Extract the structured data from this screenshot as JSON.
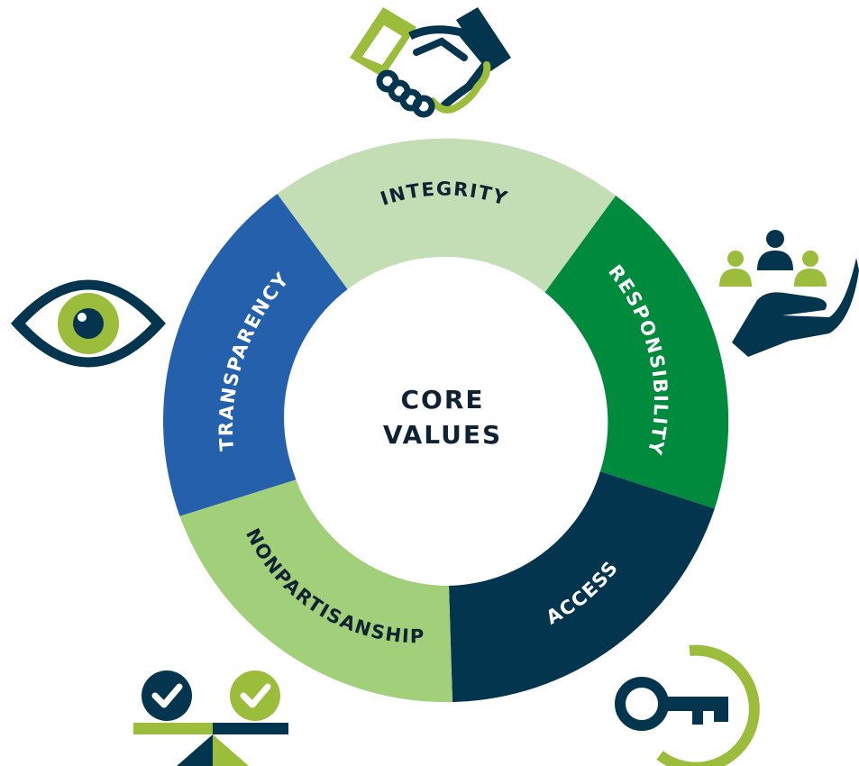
{
  "title": {
    "line1": "CORE",
    "line2": "VALUES"
  },
  "segments": [
    {
      "id": "integrity",
      "label": "INTEGRITY",
      "color": "#c3ddb5",
      "text_color": "#0f2233",
      "icon": "handshake-icon"
    },
    {
      "id": "responsibility",
      "label": "RESPONSIBILITY",
      "color": "#008a3e",
      "text_color": "#ffffff",
      "icon": "hand-holding-people-icon"
    },
    {
      "id": "access",
      "label": "ACCESS",
      "color": "#04354e",
      "text_color": "#ffffff",
      "icon": "key-icon"
    },
    {
      "id": "nonpartisanship",
      "label": "NONPARTISANSHIP",
      "color": "#a2cf79",
      "text_color": "#0f2233",
      "icon": "balance-scale-checkmarks-icon"
    },
    {
      "id": "transparency",
      "label": "TRANSPARENCY",
      "color": "#2460ac",
      "text_color": "#ffffff",
      "icon": "eye-icon"
    }
  ],
  "colors": {
    "navy": "#04354e",
    "lime": "#9cbc3c",
    "white": "#ffffff"
  }
}
